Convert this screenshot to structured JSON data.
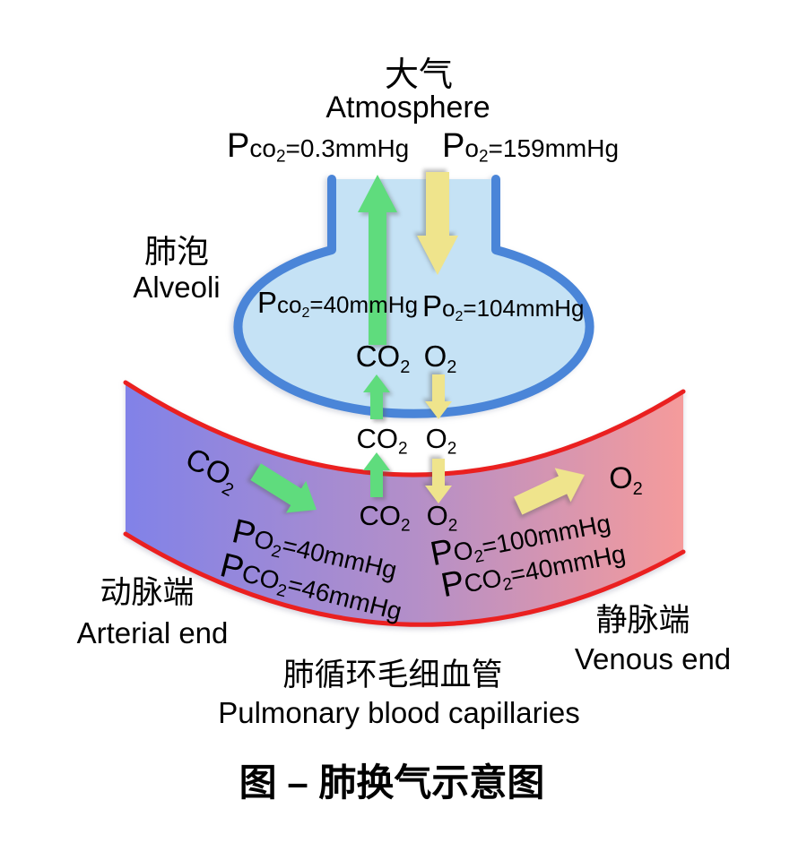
{
  "colors": {
    "background": "#ffffff",
    "text": "#000000",
    "alveolus_fill": "#c5e2f5",
    "alveolus_border": "#4a85d8",
    "vessel_border": "#ea2020",
    "vessel_arterial": "#8182e8",
    "vessel_middle": "#b48fc8",
    "vessel_venous": "#f59b9b",
    "green_arrow": "#5fdc7d",
    "yellow_arrow": "#efe48c"
  },
  "atmosphere": {
    "label_zh": "大气",
    "label_en": "Atmosphere",
    "pco2": {
      "p": "P",
      "gas": "co",
      "sub": "2",
      "value": "=0.3mmHg"
    },
    "po2": {
      "p": "P",
      "gas": "o",
      "sub": "2",
      "value": "=159mmHg"
    }
  },
  "alveoli": {
    "label_zh": "肺泡",
    "label_en": "Alveoli",
    "pco2": {
      "p": "P",
      "gas": "co",
      "sub": "2",
      "value": "=40mmHg"
    },
    "po2": {
      "p": "P",
      "gas": "o",
      "sub": "2",
      "value": "=104mmHg"
    }
  },
  "gases": {
    "co2": {
      "base": "CO",
      "sub": "2"
    },
    "o2": {
      "base": "O",
      "sub": "2"
    }
  },
  "capillary": {
    "label_zh": "肺循环毛细血管",
    "label_en": "Pulmonary blood capillaries",
    "arterial": {
      "label_zh": "动脉端",
      "label_en": "Arterial end",
      "po2": {
        "p": "P",
        "gas": "O",
        "sub": "2",
        "value": "=40mmHg"
      },
      "pco2": {
        "p": "P",
        "gas": "CO",
        "sub": "2",
        "value": "=46mmHg"
      }
    },
    "venous": {
      "label_zh": "静脉端",
      "label_en": "Venous end",
      "po2": {
        "p": "P",
        "gas": "O",
        "sub": "2",
        "value": "=100mmHg"
      },
      "pco2": {
        "p": "P",
        "gas": "CO",
        "sub": "2",
        "value": "=40mmHg"
      }
    }
  },
  "caption": "图 – 肺换气示意图"
}
